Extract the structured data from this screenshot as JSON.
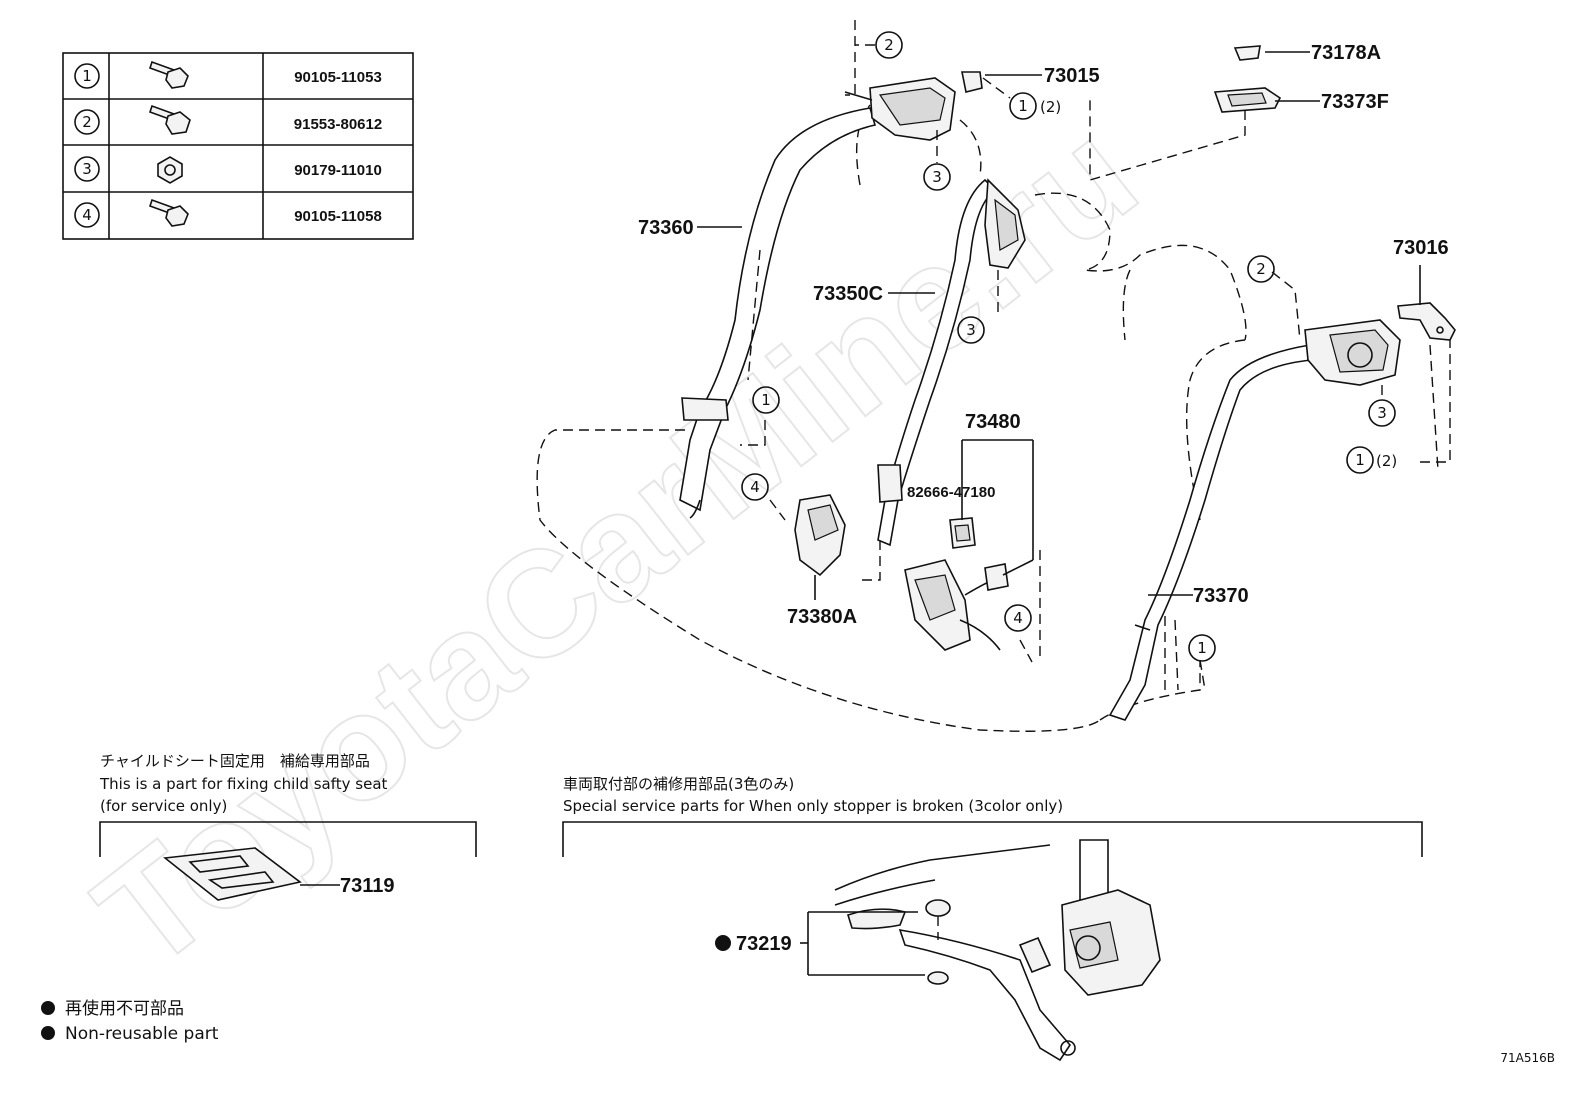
{
  "fastener_table": [
    {
      "ref": "1",
      "part_no": "90105-11053"
    },
    {
      "ref": "2",
      "part_no": "91553-80612"
    },
    {
      "ref": "3",
      "part_no": "90179-11010"
    },
    {
      "ref": "4",
      "part_no": "90105-11058"
    }
  ],
  "callouts": {
    "p73015": "73015",
    "p73178A": "73178A",
    "p73373F": "73373F",
    "p73360": "73360",
    "p73350C": "73350C",
    "p73016": "73016",
    "p73480": "73480",
    "p82666": "82666-47180",
    "p73380A": "73380A",
    "p73370": "73370",
    "p73119": "73119",
    "p73219": "73219",
    "suffix_2": "(2)"
  },
  "markers": {
    "one": "1",
    "two": "2",
    "three": "3",
    "four": "4"
  },
  "notes": {
    "child_seat_jp": "チャイルドシート固定用　補給専用部品",
    "child_seat_en": "This is a part for fixing child safty seat",
    "child_seat_en2": "(for service only)",
    "stopper_jp": "車両取付部の補修用部品(3色のみ)",
    "stopper_en": "Special service parts for When only stopper is broken (3color only)"
  },
  "legend": {
    "jp": "再使用不可部品",
    "en": "Non-reusable part"
  },
  "diagram_code": "71A516B",
  "watermark": "ToyotaCarMine.ru"
}
